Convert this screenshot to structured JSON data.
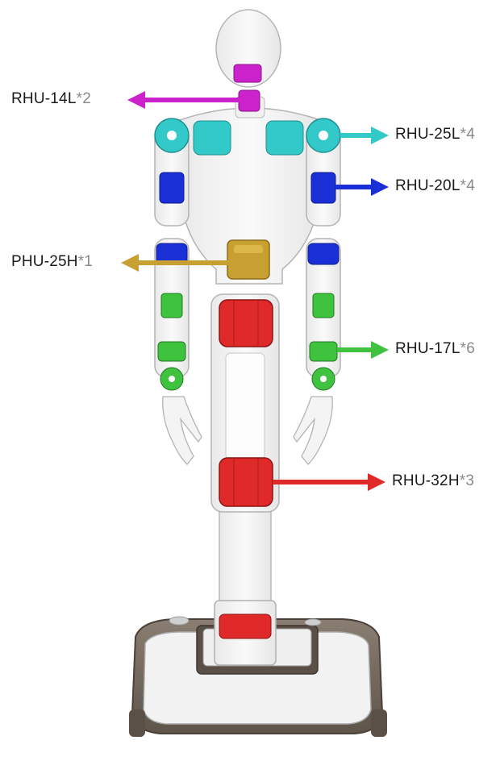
{
  "title": "",
  "colors": {
    "magenta": "#cc22cc",
    "cyan": "#33c9c9",
    "blue": "#1b2fd6",
    "gold": "#c8a032",
    "green": "#3fc33f",
    "red": "#e02a2a",
    "body": "#f4f4f4",
    "outline": "#b8b8b8",
    "base": "#6e6358",
    "label": "#1a1a1a",
    "count": "#8a8a8a"
  },
  "labels": [
    {
      "id": "rhu-14l",
      "name": "RHU-14L",
      "mult": "*2",
      "color_key": "magenta"
    },
    {
      "id": "rhu-25l",
      "name": "RHU-25L",
      "mult": "*4",
      "color_key": "cyan"
    },
    {
      "id": "rhu-20l",
      "name": "RHU-20L",
      "mult": "*4",
      "color_key": "blue"
    },
    {
      "id": "phu-25h",
      "name": "PHU-25H",
      "mult": "*1",
      "color_key": "gold"
    },
    {
      "id": "rhu-17l",
      "name": "RHU-17L",
      "mult": "*6",
      "color_key": "green"
    },
    {
      "id": "rhu-32h",
      "name": "RHU-32H",
      "mult": "*3",
      "color_key": "red"
    }
  ]
}
